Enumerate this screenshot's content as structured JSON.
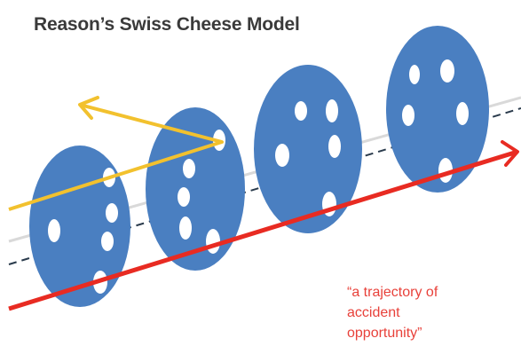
{
  "title": "Reason’s Swiss Cheese Model",
  "caption_lines": [
    "“a trajectory of",
    "accident",
    "opportunity”"
  ],
  "colors": {
    "slice": "#4a7fc1",
    "hole": "#ffffff",
    "trajectory_arrow": "#e82b22",
    "deflected_arrow": "#f2c12e",
    "dashed_line": "#2a3b4c",
    "gray_line": "#d9d9d9",
    "title": "#3a3a3a",
    "caption": "#e8413a"
  },
  "diagram": {
    "slice_count": 4,
    "icons": [
      "swiss-cheese-slice",
      "arrow-right",
      "arrow-up-left"
    ]
  }
}
